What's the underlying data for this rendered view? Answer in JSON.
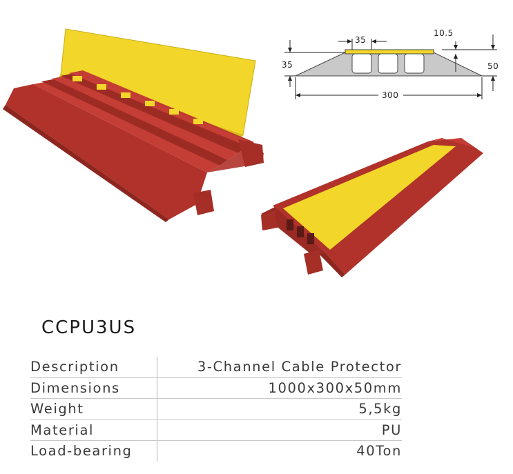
{
  "product": {
    "model": "CCPU3US"
  },
  "diagram": {
    "dim_top_channel": "35",
    "dim_lid": "10.5",
    "dim_height_left": "35",
    "dim_height_right": "50",
    "dim_width": "300"
  },
  "specs": [
    {
      "label": "Description",
      "value": "3-Channel Cable Protector"
    },
    {
      "label": "Dimensions",
      "value": "1000x300x50mm"
    },
    {
      "label": "Weight",
      "value": "5,5kg"
    },
    {
      "label": "Material",
      "value": "PU"
    },
    {
      "label": "Load-bearing",
      "value": "40Ton"
    }
  ],
  "colors": {
    "body_red": "#b0322a",
    "lid_yellow": "#f2d62a",
    "profile_grey": "#c9c9c9"
  }
}
